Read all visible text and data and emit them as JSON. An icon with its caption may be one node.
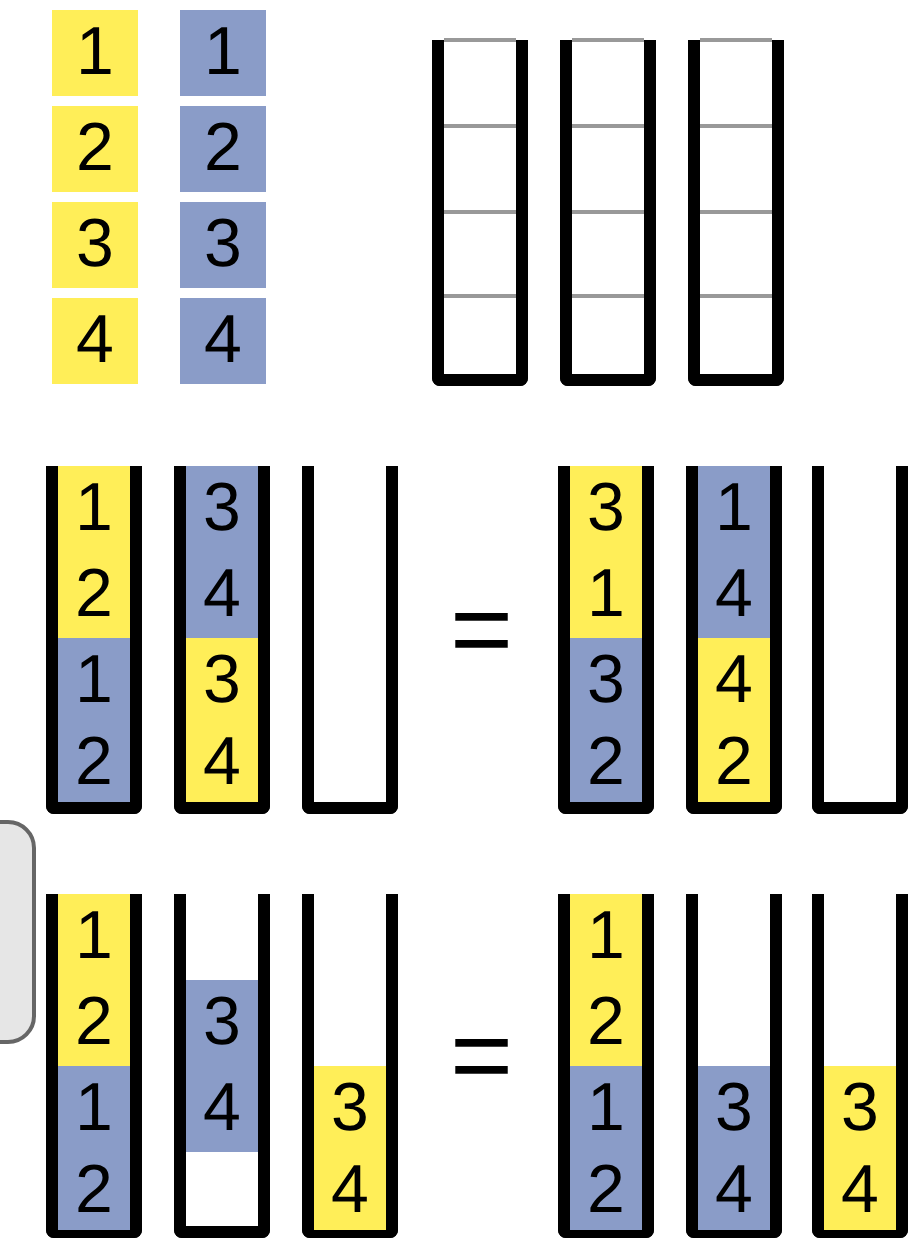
{
  "diagram": {
    "nodes": [
      {
        "text": [
          "1"
        ]
      },
      {
        "text": [
          "2"
        ]
      },
      {
        "text": [
          "3"
        ]
      },
      {
        "text": [
          "4"
        ]
      },
      {
        "text": [
          "1"
        ]
      },
      {
        "text": [
          "2"
        ]
      },
      {
        "text": [
          "3"
        ]
      },
      {
        "text": [
          "4"
        ]
      },
      {
        "text": [],
        "shape": "box"
      },
      {
        "text": [],
        "shape": "box"
      },
      {
        "text": [],
        "shape": "box"
      },
      {
        "text": [],
        "shape": "box"
      },
      {
        "text": [
          "1"
        ],
        "in": 11
      },
      {
        "text": [
          "2"
        ],
        "in": 11
      },
      {
        "text": [
          "1"
        ],
        "in": 11
      },
      {
        "text": [
          "2"
        ],
        "in": 11
      },
      {
        "text": [],
        "shape": "box"
      },
      {
        "text": [
          "3"
        ],
        "in": 16
      },
      {
        "text": [
          "4"
        ],
        "in": 16
      },
      {
        "text": [
          "3"
        ],
        "in": 16
      },
      {
        "text": [
          "4"
        ],
        "in": 16
      },
      {
        "text": [],
        "shape": "box"
      },
      {
        "text": [],
        "shape": "box"
      },
      {
        "text": [
          "3"
        ],
        "in": 22
      },
      {
        "text": [
          "1"
        ],
        "in": 22
      },
      {
        "text": [
          "3"
        ],
        "in": 22
      },
      {
        "text": [
          "2"
        ],
        "in": 22
      },
      {
        "text": [],
        "shape": "box"
      },
      {
        "text": [
          "1"
        ],
        "in": 27
      },
      {
        "text": [
          "4"
        ],
        "in": 27
      },
      {
        "text": [
          "4"
        ],
        "in": 27
      },
      {
        "text": [
          "2"
        ],
        "in": 27
      },
      {
        "text": [],
        "shape": "box"
      },
      {
        "text": [],
        "shape": "box"
      },
      {
        "text": [
          "1"
        ],
        "in": 33
      },
      {
        "text": [
          "2"
        ],
        "in": 33
      },
      {
        "text": [
          "1"
        ],
        "in": 33
      },
      {
        "text": [
          "2"
        ],
        "in": 33
      },
      {
        "text": [],
        "shape": "box"
      },
      {
        "text": [
          "3"
        ],
        "in": 38
      },
      {
        "text": [
          "4"
        ],
        "in": 38
      },
      {
        "text": [],
        "shape": "box"
      },
      {
        "text": [
          "3"
        ],
        "in": 41
      },
      {
        "text": [
          "4"
        ],
        "in": 41
      },
      {
        "text": [],
        "shape": "box"
      },
      {
        "text": [
          "1"
        ],
        "in": 44
      },
      {
        "text": [
          "2"
        ],
        "in": 44
      },
      {
        "text": [
          "1"
        ],
        "in": 44
      },
      {
        "text": [
          "2"
        ],
        "in": 44
      },
      {
        "text": [],
        "shape": "box"
      },
      {
        "text": [
          "3"
        ],
        "in": 49
      },
      {
        "text": [
          "4"
        ],
        "in": 49
      },
      {
        "text": [],
        "shape": "box"
      },
      {
        "text": [
          "3"
        ],
        "in": 52
      },
      {
        "text": [
          "4"
        ],
        "in": 52
      }
    ],
    "labels": [
      "=",
      "="
    ]
  }
}
